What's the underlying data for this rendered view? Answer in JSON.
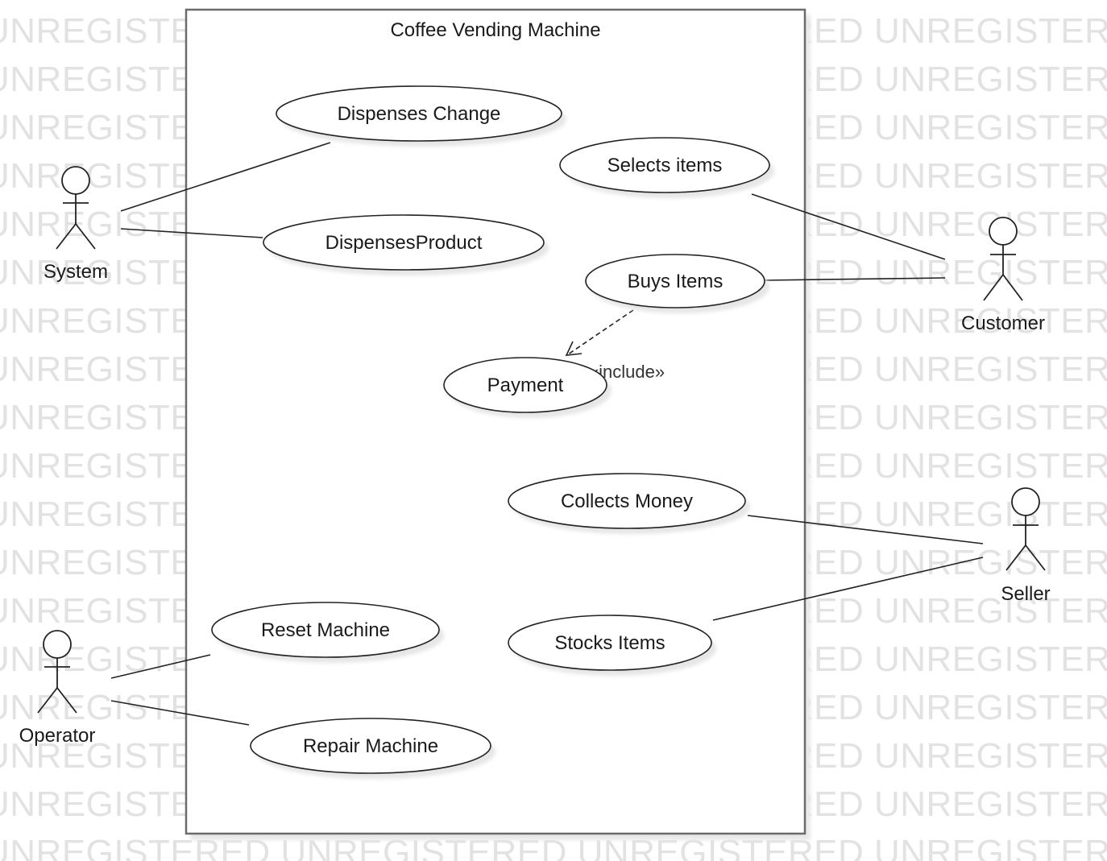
{
  "watermark": "UNREGISTERED",
  "system": {
    "title": "Coffee Vending Machine"
  },
  "actors": {
    "system": "System",
    "customer": "Customer",
    "seller": "Seller",
    "operator": "Operator"
  },
  "use_cases": {
    "dispenses_change": "Dispenses Change",
    "dispenses_product": "DispensesProduct",
    "selects_items": "Selects items",
    "buys_items": "Buys Items",
    "payment": "Payment",
    "collects_money": "Collects Money",
    "stocks_items": "Stocks Items",
    "reset_machine": "Reset Machine",
    "repair_machine": "Repair Machine"
  },
  "relations": {
    "include": "«include»"
  },
  "colors": {
    "line": "#222222",
    "frame": "#6b6b6b",
    "watermark": "#e2e2e2",
    "shadow": "#e6e6e6"
  }
}
